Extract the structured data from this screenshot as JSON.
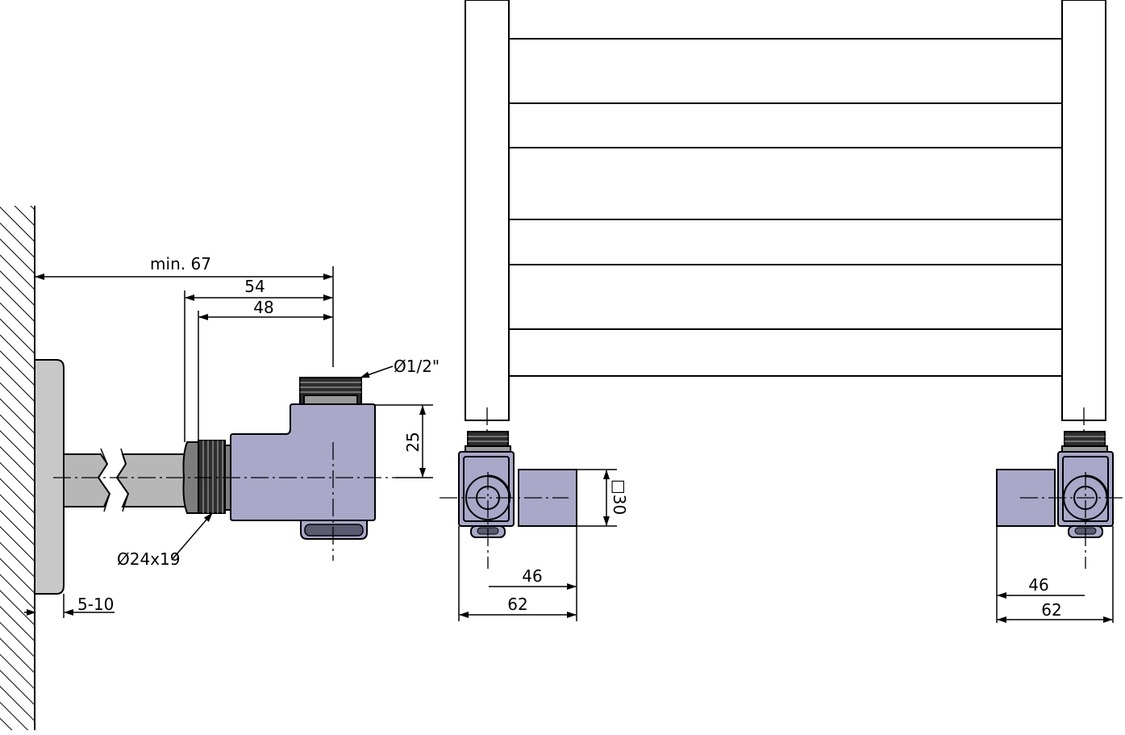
{
  "colors": {
    "valve_body": "#a9a8c9",
    "pipe": "#b7b7b7",
    "wall_rosette": "#c8c8c8",
    "line": "#000000"
  },
  "labels": {
    "min_67": "min. 67",
    "dim_54": "54",
    "dim_48": "48",
    "thread_label": "Ø1/2\"",
    "dim_25": "25",
    "pipe_label": "Ø24x19",
    "wall_gap": "5-10",
    "square_30": "□30",
    "left_46": "46",
    "left_62": "62",
    "right_46": "46",
    "right_62": "62"
  }
}
